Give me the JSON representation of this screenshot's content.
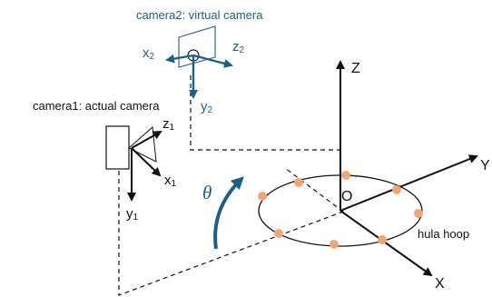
{
  "camera2": {
    "title": "camera2: virtual camera",
    "x_axis": "x",
    "x_sub": "2",
    "y_axis": "y",
    "y_sub": "2",
    "z_axis": "z",
    "z_sub": "2"
  },
  "camera1": {
    "title": "camera1: actual camera",
    "x_axis": "x",
    "x_sub": "1",
    "y_axis": "y",
    "y_sub": "1",
    "z_axis": "z",
    "z_sub": "1"
  },
  "world": {
    "x_label": "X",
    "y_label": "Y",
    "z_label": "Z",
    "origin_label": "O",
    "angle_label": "θ"
  },
  "hoop": {
    "label": "hula hoop",
    "point_count": 8
  },
  "colors": {
    "camera2_blue": "#1f5f86",
    "marker_orange": "#f2a57a",
    "ink": "#111111"
  }
}
